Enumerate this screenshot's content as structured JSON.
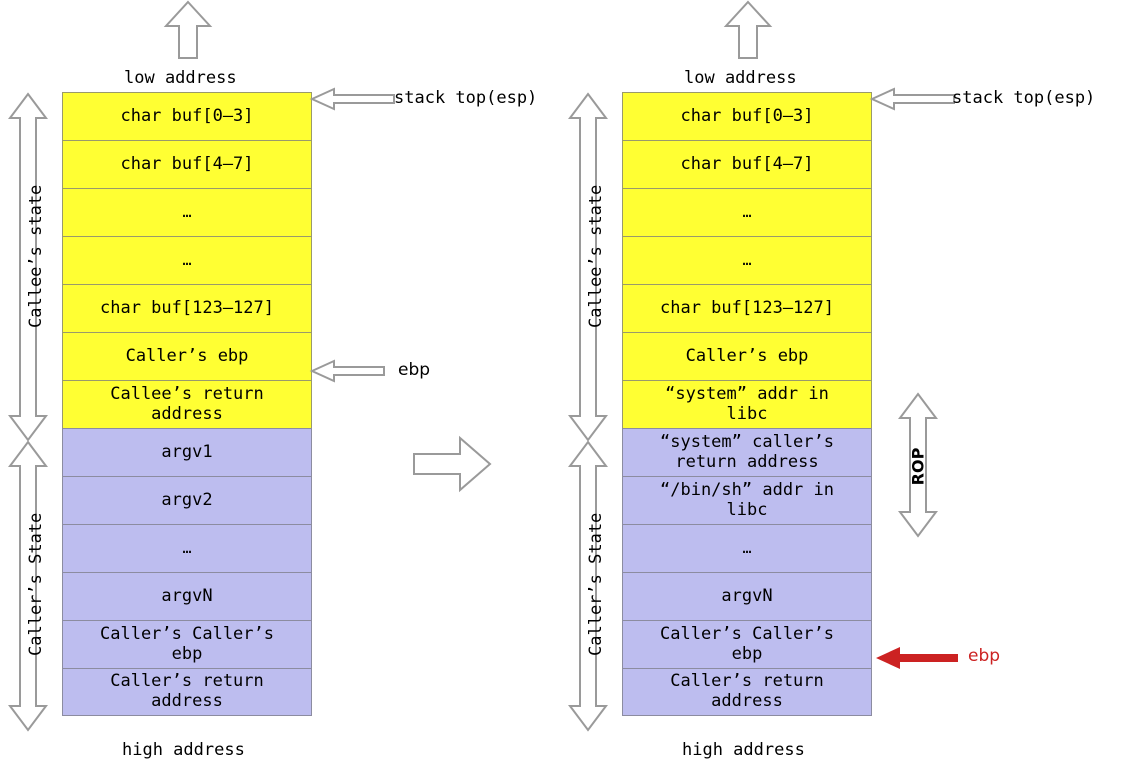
{
  "diagram": {
    "title_low": "low address",
    "title_high": "high address",
    "esp_label": "stack top(esp)",
    "ebp_label": "ebp",
    "rop_label": "ROP",
    "callee_state_label": "Callee’s state",
    "caller_state_label": "Caller’s State",
    "ellipsis": "…",
    "colors": {
      "callee_fill": "#ffff33",
      "callee_border": "#9a9a6b",
      "caller_fill": "#bdbdef",
      "caller_border": "#8c8ca0",
      "arrow_stroke": "#9a9a9a",
      "accent_red": "#cc2222"
    }
  },
  "left_stack": {
    "name": "normal-stack-frame",
    "cells": [
      {
        "text": "char buf[0–3]",
        "region": "callee"
      },
      {
        "text": "char buf[4–7]",
        "region": "callee"
      },
      {
        "text": "…",
        "region": "callee"
      },
      {
        "text": "…",
        "region": "callee"
      },
      {
        "text": "char buf[123–127]",
        "region": "callee"
      },
      {
        "text": "Caller’s ebp",
        "region": "callee"
      },
      {
        "text": "Callee’s return\naddress",
        "region": "callee"
      },
      {
        "text": "argv1",
        "region": "caller"
      },
      {
        "text": "argv2",
        "region": "caller"
      },
      {
        "text": "…",
        "region": "caller"
      },
      {
        "text": "argvN",
        "region": "caller"
      },
      {
        "text": "Caller’s Caller’s\nebp",
        "region": "caller"
      },
      {
        "text": "Caller’s return\naddress",
        "region": "caller"
      }
    ]
  },
  "right_stack": {
    "name": "rop-overwritten-stack-frame",
    "cells": [
      {
        "text": "char buf[0–3]",
        "region": "callee"
      },
      {
        "text": "char buf[4–7]",
        "region": "callee"
      },
      {
        "text": "…",
        "region": "callee"
      },
      {
        "text": "…",
        "region": "callee"
      },
      {
        "text": "char buf[123–127]",
        "region": "callee"
      },
      {
        "text": "Caller’s ebp",
        "region": "callee"
      },
      {
        "text": "“system” addr in\nlibc",
        "region": "callee"
      },
      {
        "text": "“system” caller’s\nreturn address",
        "region": "caller"
      },
      {
        "text": "“/bin/sh” addr in\nlibc",
        "region": "caller"
      },
      {
        "text": "…",
        "region": "caller"
      },
      {
        "text": "argvN",
        "region": "caller"
      },
      {
        "text": "Caller’s Caller’s\nebp",
        "region": "caller"
      },
      {
        "text": "Caller’s return\naddress",
        "region": "caller"
      }
    ]
  }
}
